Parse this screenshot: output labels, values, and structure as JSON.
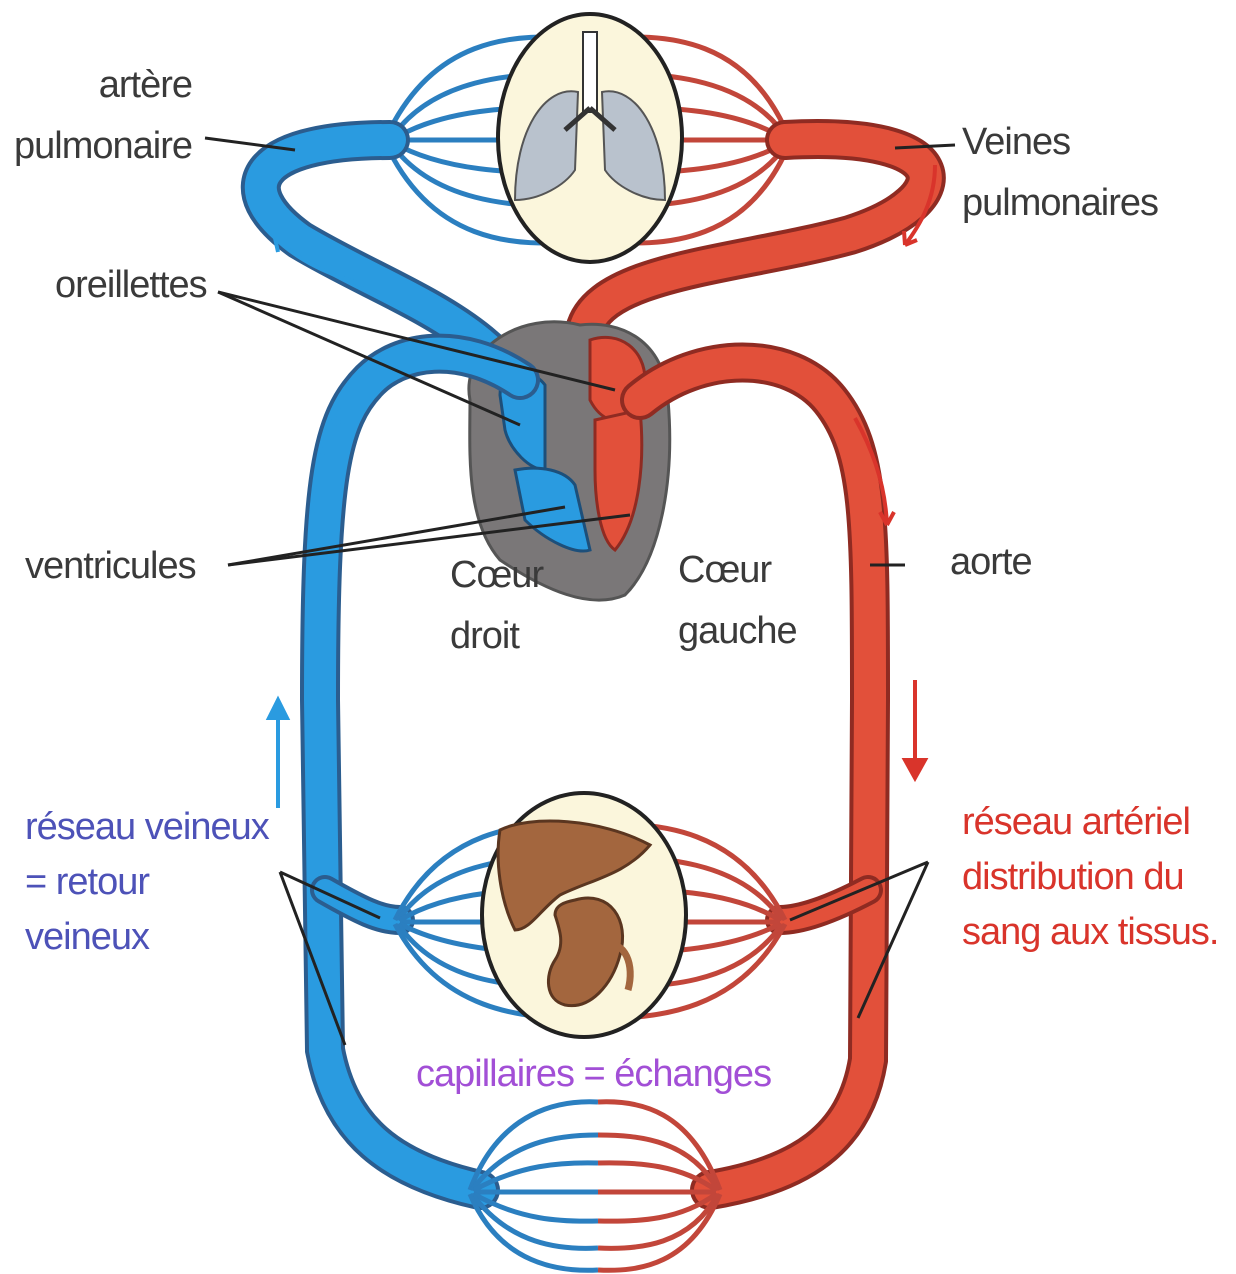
{
  "labels": {
    "artere_pulmonaire": "artère\npulmonaire",
    "veines_pulmonaires": "Veines\npulmonaires",
    "oreillettes": "oreillettes",
    "ventricules": "ventricules",
    "coeur_droit": "Cœur\ndroit",
    "coeur_gauche": "Cœur\ngauche",
    "aorte": "aorte",
    "reseau_veineux": "réseau veineux\n= retour\nveineux",
    "reseau_arteriel": "réseau artériel\ndistribution du\nsang aux tissus.",
    "capillaires": "capillaires = échanges"
  },
  "colors": {
    "venous_blue": "#2a9be0",
    "venous_outline": "#2b5d8f",
    "arterial_red": "#e2503a",
    "arterial_outline": "#8f2b22",
    "heart_grey": "#7a7778",
    "organ_bg": "#fbf6dc",
    "organ_brown": "#a3663e",
    "lung_grey": "#b9c2cd"
  },
  "icons": [
    "lungs-icon",
    "liver-icon",
    "kidney-icon",
    "heart-icon"
  ]
}
